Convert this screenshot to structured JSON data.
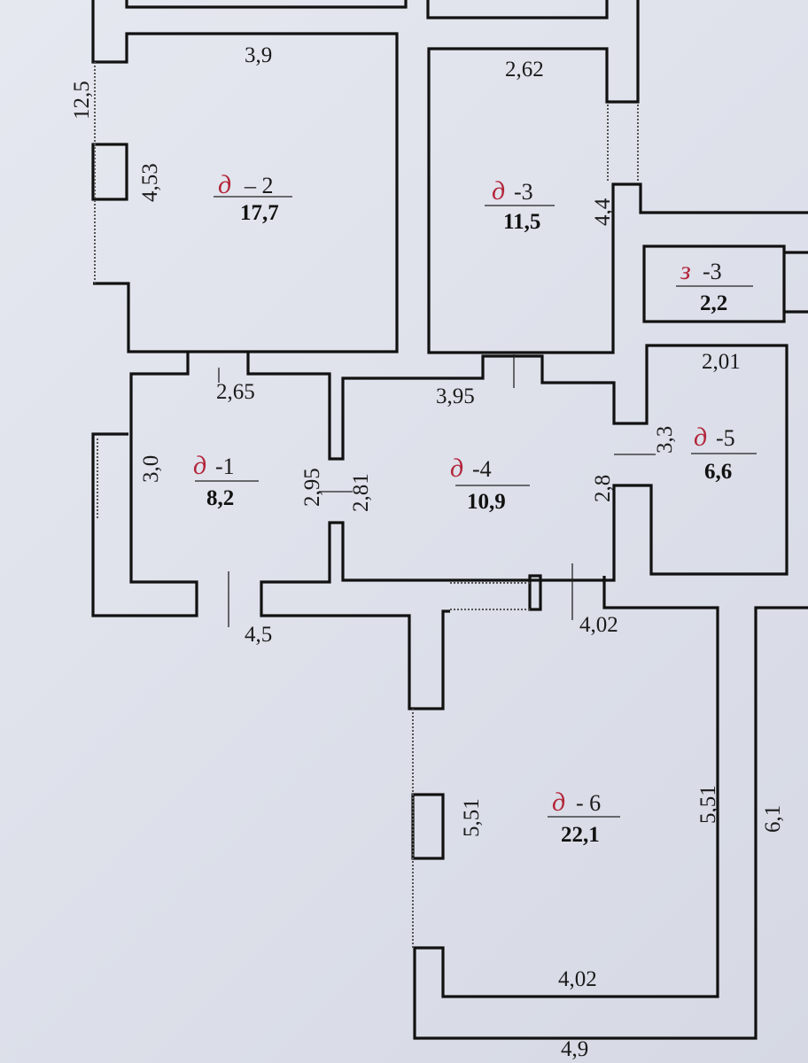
{
  "rooms": [
    {
      "prefix": "д",
      "number": "– 2",
      "area": "17,7"
    },
    {
      "prefix": "д",
      "number": "-3",
      "area": "11,5"
    },
    {
      "prefix": "з",
      "number": "-3",
      "area": "2,2"
    },
    {
      "prefix": "д",
      "number": "-1",
      "area": "8,2"
    },
    {
      "prefix": "д",
      "number": "-4",
      "area": "10,9"
    },
    {
      "prefix": "д",
      "number": "-5",
      "area": "6,6"
    },
    {
      "prefix": "д",
      "number": "- 6",
      "area": "22,1"
    }
  ],
  "dimensions": [
    "12,5",
    "3,9",
    "4,53",
    "2,62",
    "4,4",
    "2,65",
    "3,95",
    "3,0",
    "2,95",
    "2,81",
    "3,3",
    "2,8",
    "2,01",
    "4,5",
    "4,02",
    "5,51",
    "5,51",
    "6,1",
    "4,02",
    "4,9"
  ],
  "colors": {
    "walls": "#111111",
    "handwritten": "#b3263a",
    "paper": "#e2e4ec"
  }
}
